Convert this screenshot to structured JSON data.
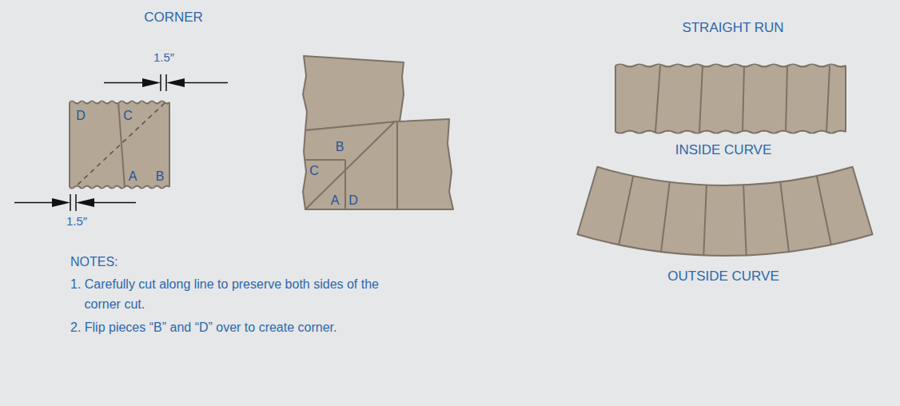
{
  "diagram": {
    "labels": [
      "CORNER",
      "1.5″",
      "D",
      "C",
      "A",
      "B",
      "1.5″",
      "B",
      "C",
      "A",
      "D",
      "NOTES:",
      "1. Carefully cut along line to preserve both sides of the corner cut.",
      "2. Flip pieces “B” and “D” over to create corner.",
      "STRAIGHT RUN",
      "INSIDE CURVE",
      "OUTSIDE CURVE"
    ]
  }
}
